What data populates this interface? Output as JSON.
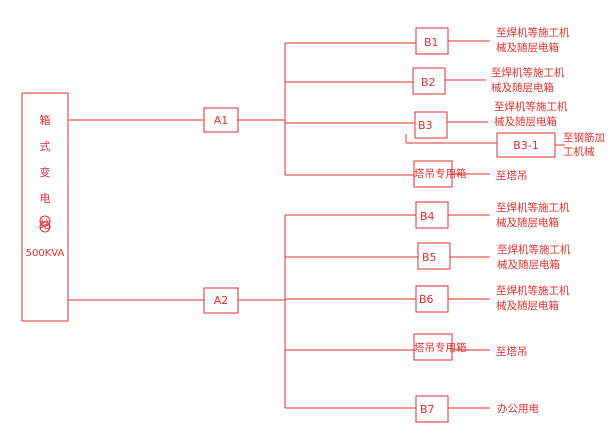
{
  "source": {
    "chars": [
      "箱",
      "式",
      "变",
      "电",
      "站"
    ],
    "rating": "500KVA"
  },
  "a1": {
    "label": "A1",
    "branches": [
      {
        "box": "B1",
        "desc": [
          "至焊机等施工机",
          "械及随层电箱"
        ]
      },
      {
        "box": "B2",
        "desc": [
          "至焊机等施工机",
          "械及随层电箱"
        ]
      },
      {
        "box": "B3",
        "desc": [
          "至焊机等施工机",
          "械及随层电箱"
        ]
      },
      {
        "box": "塔吊专用箱",
        "desc": [
          "至塔吊"
        ]
      }
    ],
    "sub": {
      "box": "B3-1",
      "desc": [
        "至钢筋加",
        "工机械"
      ]
    }
  },
  "a2": {
    "label": "A2",
    "branches": [
      {
        "box": "B4",
        "desc": [
          "至焊机等施工机",
          "械及随层电箱"
        ]
      },
      {
        "box": "B5",
        "desc": [
          "至焊机等施工机",
          "械及随层电箱"
        ]
      },
      {
        "box": "B6",
        "desc": [
          "至焊机等施工机",
          "械及随层电箱"
        ]
      },
      {
        "box": "塔吊专用箱",
        "desc": [
          "至塔吊"
        ]
      },
      {
        "box": "B7",
        "desc": [
          "办公用电"
        ]
      }
    ]
  }
}
